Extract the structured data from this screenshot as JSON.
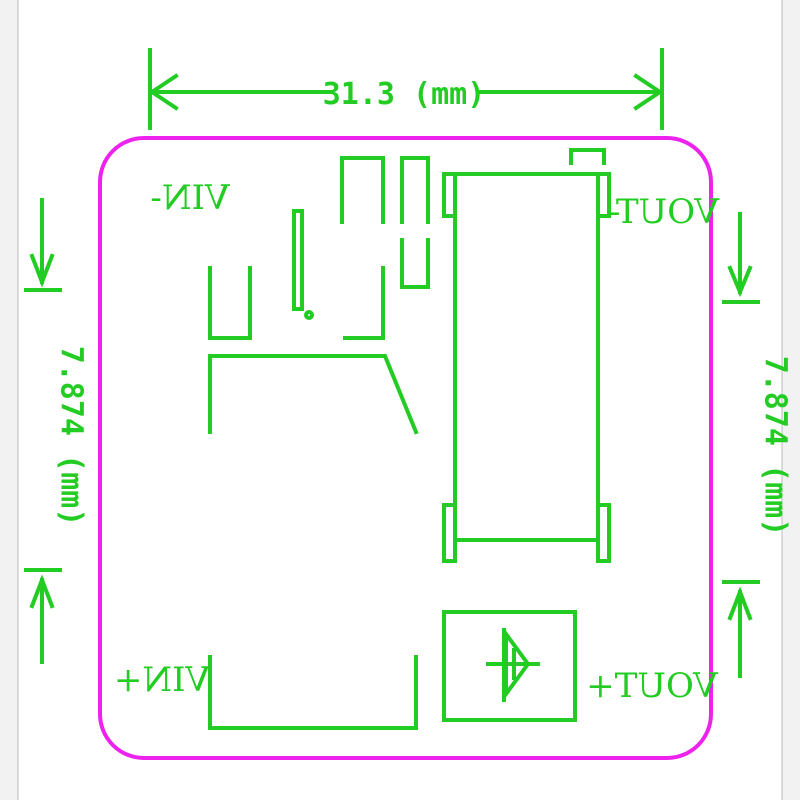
{
  "dimensions": {
    "width_label": "31.3 (mm)",
    "left_height_label": "7.874 (mm)",
    "right_height_label": "7.874 (mm)"
  },
  "pins": {
    "vin_minus": "VIN-",
    "vin_plus": "VIN+",
    "vout_minus": "VOUT-",
    "vout_plus": "VOUT+"
  },
  "colors": {
    "silkscreen": "#22cc22",
    "board_outline": "#ee22ee",
    "background": "#ffffff",
    "frame": "#f2f2f2"
  }
}
